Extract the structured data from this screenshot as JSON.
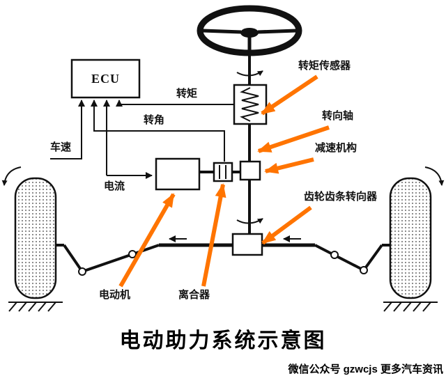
{
  "diagram": {
    "ecu_label": "ECU",
    "labels": {
      "torque": "转矩",
      "angle": "转角",
      "speed": "车速",
      "current": "电流",
      "torque_sensor": "转矩传感器",
      "steering_shaft": "转向轴",
      "reduction_gear": "减速机构",
      "rack_pinion": "齿轮齿条转向器",
      "motor": "电动机",
      "clutch": "离合器"
    },
    "title": "电动助力系统示意图",
    "watermark": "微信公众号 gzwcjs 更多汽车资讯",
    "colors": {
      "line": "#111111",
      "callout_arrow": "#ff7400",
      "background": "#ffffff"
    }
  }
}
